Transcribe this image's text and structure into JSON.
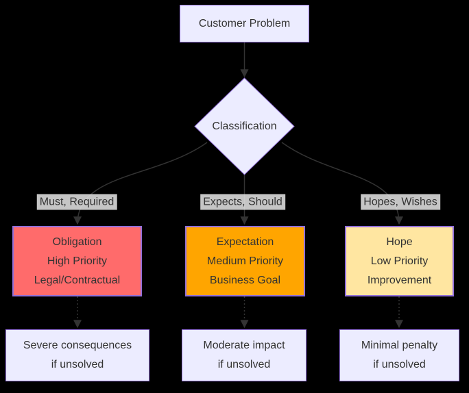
{
  "diagram": {
    "type": "flowchart",
    "nodes": {
      "customer_problem": {
        "label": "Customer Problem"
      },
      "classification": {
        "label": "Classification"
      },
      "obligation": {
        "lines": [
          "Obligation",
          "High Priority",
          "Legal/Contractual"
        ]
      },
      "expectation": {
        "lines": [
          "Expectation",
          "Medium Priority",
          "Business Goal"
        ]
      },
      "hope": {
        "lines": [
          "Hope",
          "Low Priority",
          "Improvement"
        ]
      },
      "severe": {
        "lines": [
          "Severe consequences",
          "if unsolved"
        ]
      },
      "moderate": {
        "lines": [
          "Moderate impact",
          "if unsolved"
        ]
      },
      "minimal": {
        "lines": [
          "Minimal penalty",
          "if unsolved"
        ]
      }
    },
    "edge_labels": {
      "must": "Must, Required",
      "expects": "Expects, Should",
      "hopes": "Hopes, Wishes"
    },
    "colors": {
      "background": "#000000",
      "node_fill": "#ECECFF",
      "node_border": "#9370DB",
      "edge_stroke": "#333333",
      "edge_label_bg": "#e8e8e8",
      "text": "#333333",
      "obligation_fill": "#ff6b6b",
      "expectation_fill": "#ffa500",
      "hope_fill": "#ffe6a1"
    }
  }
}
